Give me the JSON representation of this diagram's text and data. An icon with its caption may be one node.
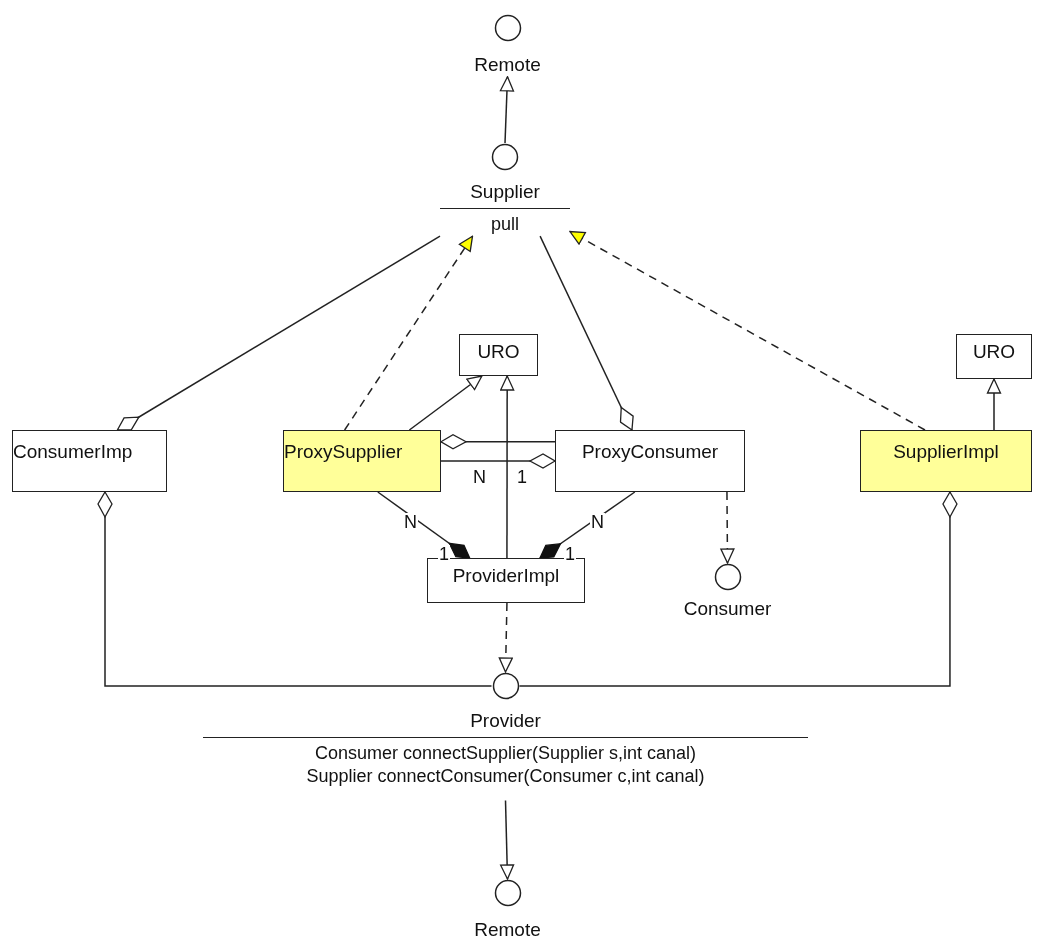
{
  "diagram": {
    "nodes": [
      {
        "text": [
          "Remote"
        ]
      },
      {
        "text": [
          "Supplier",
          "pull"
        ]
      },
      {
        "text": [
          "URO"
        ]
      },
      {
        "text": [
          "URO"
        ]
      },
      {
        "text": [
          "ConsumerImp"
        ]
      },
      {
        "text": [
          "ProxySupplier"
        ]
      },
      {
        "text": [
          "ProxyConsumer"
        ]
      },
      {
        "text": [
          "SupplierImpl"
        ]
      },
      {
        "text": [
          "ProviderImpl"
        ]
      },
      {
        "text": [
          "Consumer"
        ]
      },
      {
        "text": [
          "Provider",
          "Consumer connectSupplier(Supplier s,int canal)",
          "Supplier connectConsumer(Consumer c,int canal)"
        ]
      },
      {
        "text": [
          "Remote"
        ]
      }
    ],
    "edges": [
      {
        "from": 1,
        "to": 0,
        "arrow": "to"
      },
      {
        "from": 4,
        "to": 1,
        "arrow": "other"
      },
      {
        "from": 5,
        "to": 1,
        "arrow": "to",
        "style": "dashed"
      },
      {
        "from": 6,
        "to": 1,
        "arrow": "other"
      },
      {
        "from": 7,
        "to": 1,
        "arrow": "to",
        "style": "dashed"
      },
      {
        "from": 5,
        "to": 2,
        "arrow": "to"
      },
      {
        "from": 8,
        "to": 2,
        "arrow": "to"
      },
      {
        "from": 7,
        "to": 3,
        "arrow": "to"
      },
      {
        "from": 5,
        "to": 6,
        "arrow": "other"
      },
      {
        "from": 6,
        "to": 5,
        "arrow": "other"
      },
      {
        "from": 8,
        "to": 5,
        "arrow": "other"
      },
      {
        "from": 8,
        "to": 6,
        "arrow": "other"
      },
      {
        "from": 6,
        "to": 9,
        "arrow": "to",
        "style": "dashed"
      },
      {
        "from": 8,
        "to": 10,
        "arrow": "to",
        "style": "dashed"
      },
      {
        "from": 4,
        "to": 10,
        "arrow": "other"
      },
      {
        "from": 7,
        "to": 10,
        "arrow": "other"
      },
      {
        "from": 10,
        "to": 11,
        "arrow": "to"
      }
    ],
    "labels": [
      "N",
      "1",
      "N",
      "1",
      "N",
      "1"
    ]
  }
}
